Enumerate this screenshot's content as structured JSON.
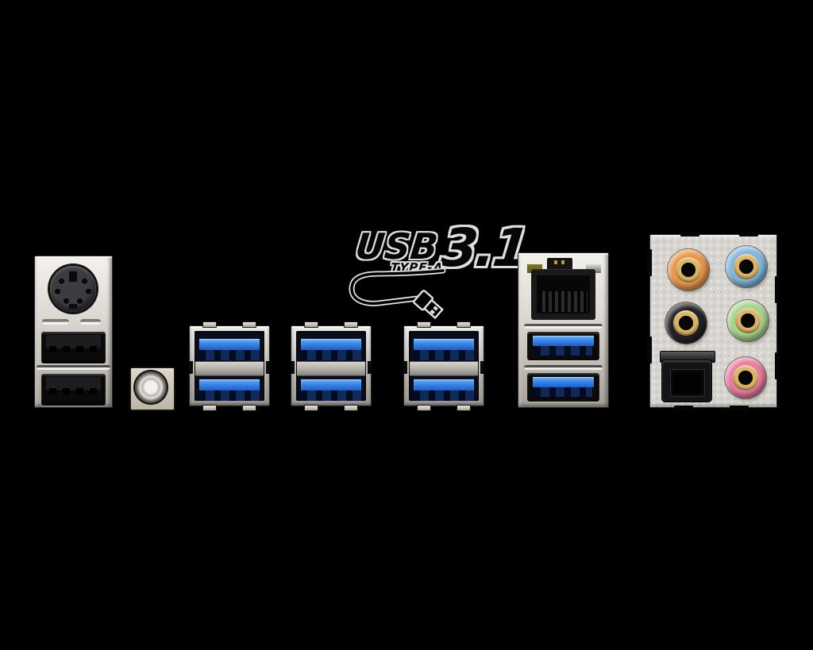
{
  "canvas": {
    "background": "#000000"
  },
  "logo": {
    "title": "USB",
    "version": "3.1",
    "subtitle": "TYPE-A",
    "fill_color": "#060606",
    "outline_color": "#dedede"
  },
  "left_block": {
    "ports": [
      {
        "name": "ps2-combo-port",
        "color": "#2e2e30"
      },
      {
        "name": "usb2-port-top",
        "color": "#0a0a0a"
      },
      {
        "name": "usb2-port-bottom",
        "color": "#0a0a0a"
      }
    ]
  },
  "clear_cmos": {
    "name": "clear-cmos-button",
    "color": "#d6cfc2"
  },
  "usb3_pairs": [
    {
      "name": "usb3-dual-port-1",
      "tongue_color": "#3c86e8"
    },
    {
      "name": "usb3-dual-port-2",
      "tongue_color": "#3c86e8"
    },
    {
      "name": "usb31-dual-port",
      "tongue_color": "#3c86e8"
    }
  ],
  "lan_block": {
    "ethernet_port": {
      "name": "rj45-lan-port",
      "color": "#191919"
    },
    "link_led_color": "#7a6b23",
    "activity_led_color": "#a9a9a9",
    "usb_ports": [
      {
        "name": "usb3-port-top",
        "tongue_color": "#3c86e8"
      },
      {
        "name": "usb3-port-bottom",
        "tongue_color": "#3c86e8"
      }
    ]
  },
  "audio_block": {
    "plate_color": "#d8d5d0",
    "jacks": [
      {
        "name": "center-subwoofer-jack",
        "color": "#e8964e"
      },
      {
        "name": "line-in-jack",
        "color": "#82b6dc"
      },
      {
        "name": "rear-speaker-jack",
        "color": "#232325"
      },
      {
        "name": "line-out-jack",
        "color": "#a8d38f"
      },
      {
        "name": "mic-in-jack",
        "color": "#e87d9d"
      }
    ],
    "optical": {
      "name": "optical-spdif-port",
      "color": "#141414"
    }
  }
}
